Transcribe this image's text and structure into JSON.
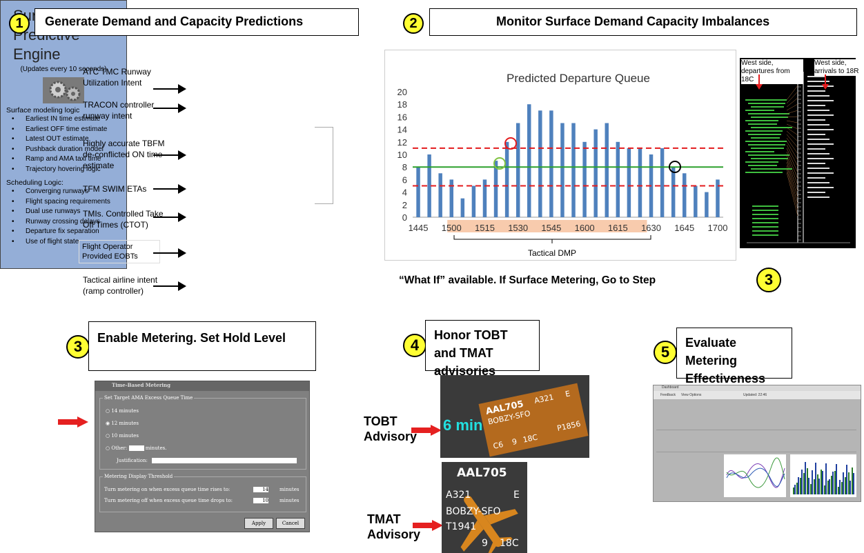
{
  "steps": [
    {
      "num": "1",
      "title": "Generate Demand and Capacity Predictions"
    },
    {
      "num": "2",
      "title": "Monitor Surface Demand Capacity Imbalances"
    },
    {
      "num": "3",
      "title": "Enable Metering.  Set Hold Level"
    },
    {
      "num": "4",
      "title": "Honor TOBT and TMAT advisories"
    },
    {
      "num": "5",
      "title": "Evaluate Metering Effectiveness"
    }
  ],
  "inputs": [
    "ATC TMC Runway Utilization Intent",
    "TRACON controller runway intent",
    "Highly accurate TBFM de-conflicted ON time estimate",
    "TFM SWIM ETAs",
    "TMIs. Controlled Take Off Times (CTOT)",
    "Flight Operator Provided EOBTs",
    "Tactical airline intent (ramp controller)"
  ],
  "engine": {
    "title_lines": [
      "Surface",
      "Predictive",
      "Engine"
    ],
    "subtitle": "(Updates every 10 seconds)",
    "modeling_heading": "Surface modeling logic",
    "modeling_items": [
      "Earliest IN time estimate",
      "Earliest OFF time estimate",
      "Latest OUT estimate",
      "Pushback duration model",
      "Ramp and AMA taxi time",
      "Trajectory hovering logic"
    ],
    "scheduling_heading": "Scheduling Logic:",
    "scheduling_items": [
      "Converging runways",
      "Flight spacing requirements",
      "Dual use runways",
      "Runway crossing delays",
      "Departure fix separation",
      "Use of flight state"
    ]
  },
  "chart_data": {
    "type": "bar",
    "title": "Predicted Departure Queue",
    "x": [
      "1445",
      "1450",
      "1455",
      "1500",
      "1505",
      "1510",
      "1515",
      "1520",
      "1525",
      "1530",
      "1535",
      "1540",
      "1545",
      "1550",
      "1555",
      "1600",
      "1605",
      "1610",
      "1615",
      "1620",
      "1625",
      "1630",
      "1635",
      "1640",
      "1645",
      "1650",
      "1655",
      "1700"
    ],
    "tick_labels": [
      "1445",
      "1500",
      "1515",
      "1530",
      "1545",
      "1600",
      "1615",
      "1630",
      "1645",
      "1700"
    ],
    "values": [
      8,
      10,
      7,
      6,
      3,
      5,
      6,
      9,
      12,
      15,
      18,
      17,
      17,
      15,
      15,
      12,
      14,
      15,
      12,
      11,
      11,
      10,
      11,
      8,
      7,
      5,
      4,
      6
    ],
    "ylim": [
      0,
      20
    ],
    "yticks": [
      "0",
      "2",
      "4",
      "6",
      "8",
      "10",
      "12",
      "14",
      "16",
      "18",
      "20"
    ],
    "upper_threshold": 11,
    "lower_threshold": 5,
    "target_line": 8,
    "annotation": "Tactical DMP",
    "colors": {
      "bars": "#4f81bd",
      "threshold": "#e31a1c",
      "target": "#2ca02c",
      "shade": "#f8cbad"
    }
  },
  "runway_panel": {
    "left_label": "West side, departures from 18C",
    "right_label": "West side, arrivals to 18R"
  },
  "what_if_text": "“What If” available. If Surface Metering, Go to Step",
  "what_if_step": "3",
  "dialog": {
    "title": "Time-Based Metering",
    "group1": "Set Target AMA Excess Queue Time",
    "options": [
      "14 minutes",
      "12 minutes",
      "10 minutes",
      "Other:"
    ],
    "other_unit": "minutes.",
    "justification_label": "Justification:",
    "group2": "Metering Display Threshold",
    "on_label": "Turn metering on when excess queue time rises to:",
    "on_value": "14",
    "off_label": "Turn metering off when excess queue time drops to:",
    "off_value": "10",
    "unit": "minutes",
    "apply": "Apply",
    "cancel": "Cancel"
  },
  "tobt": {
    "label_line1": "TOBT",
    "label_line2": "Advisory",
    "minutes": "6 min",
    "callsign": "AAL705",
    "aircraft": "A321",
    "cat": "E",
    "route": "BOBZY-SFO",
    "gate": "C6",
    "num": "9",
    "runway": "18C",
    "p": "P1856"
  },
  "tmat": {
    "label_line1": "TMAT",
    "label_line2": "Advisory",
    "callsign": "AAL705",
    "aircraft": "A321",
    "cat": "E",
    "route": "BOBZY-SFO",
    "time": "T1941",
    "num": "9",
    "runway": "18C"
  },
  "dashboard": {
    "title": "Dashboard",
    "menu1": "Feedback",
    "menu2": "View Options",
    "updated": "Updated: 22:46"
  }
}
